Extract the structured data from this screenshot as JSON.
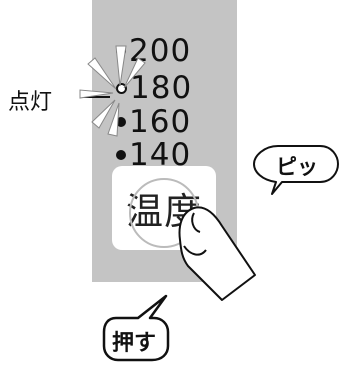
{
  "panel": {
    "lit_label": "点灯",
    "temperatures": [
      {
        "value": "200",
        "lit": false
      },
      {
        "value": "180",
        "lit": true
      },
      {
        "value": "160",
        "lit": false
      },
      {
        "value": "140",
        "lit": false
      }
    ],
    "button_label": "温度"
  },
  "callouts": {
    "sound": "ピッ",
    "action": "押す"
  },
  "colors": {
    "panel_bg": "#c4c4c4",
    "ink": "#111111"
  }
}
